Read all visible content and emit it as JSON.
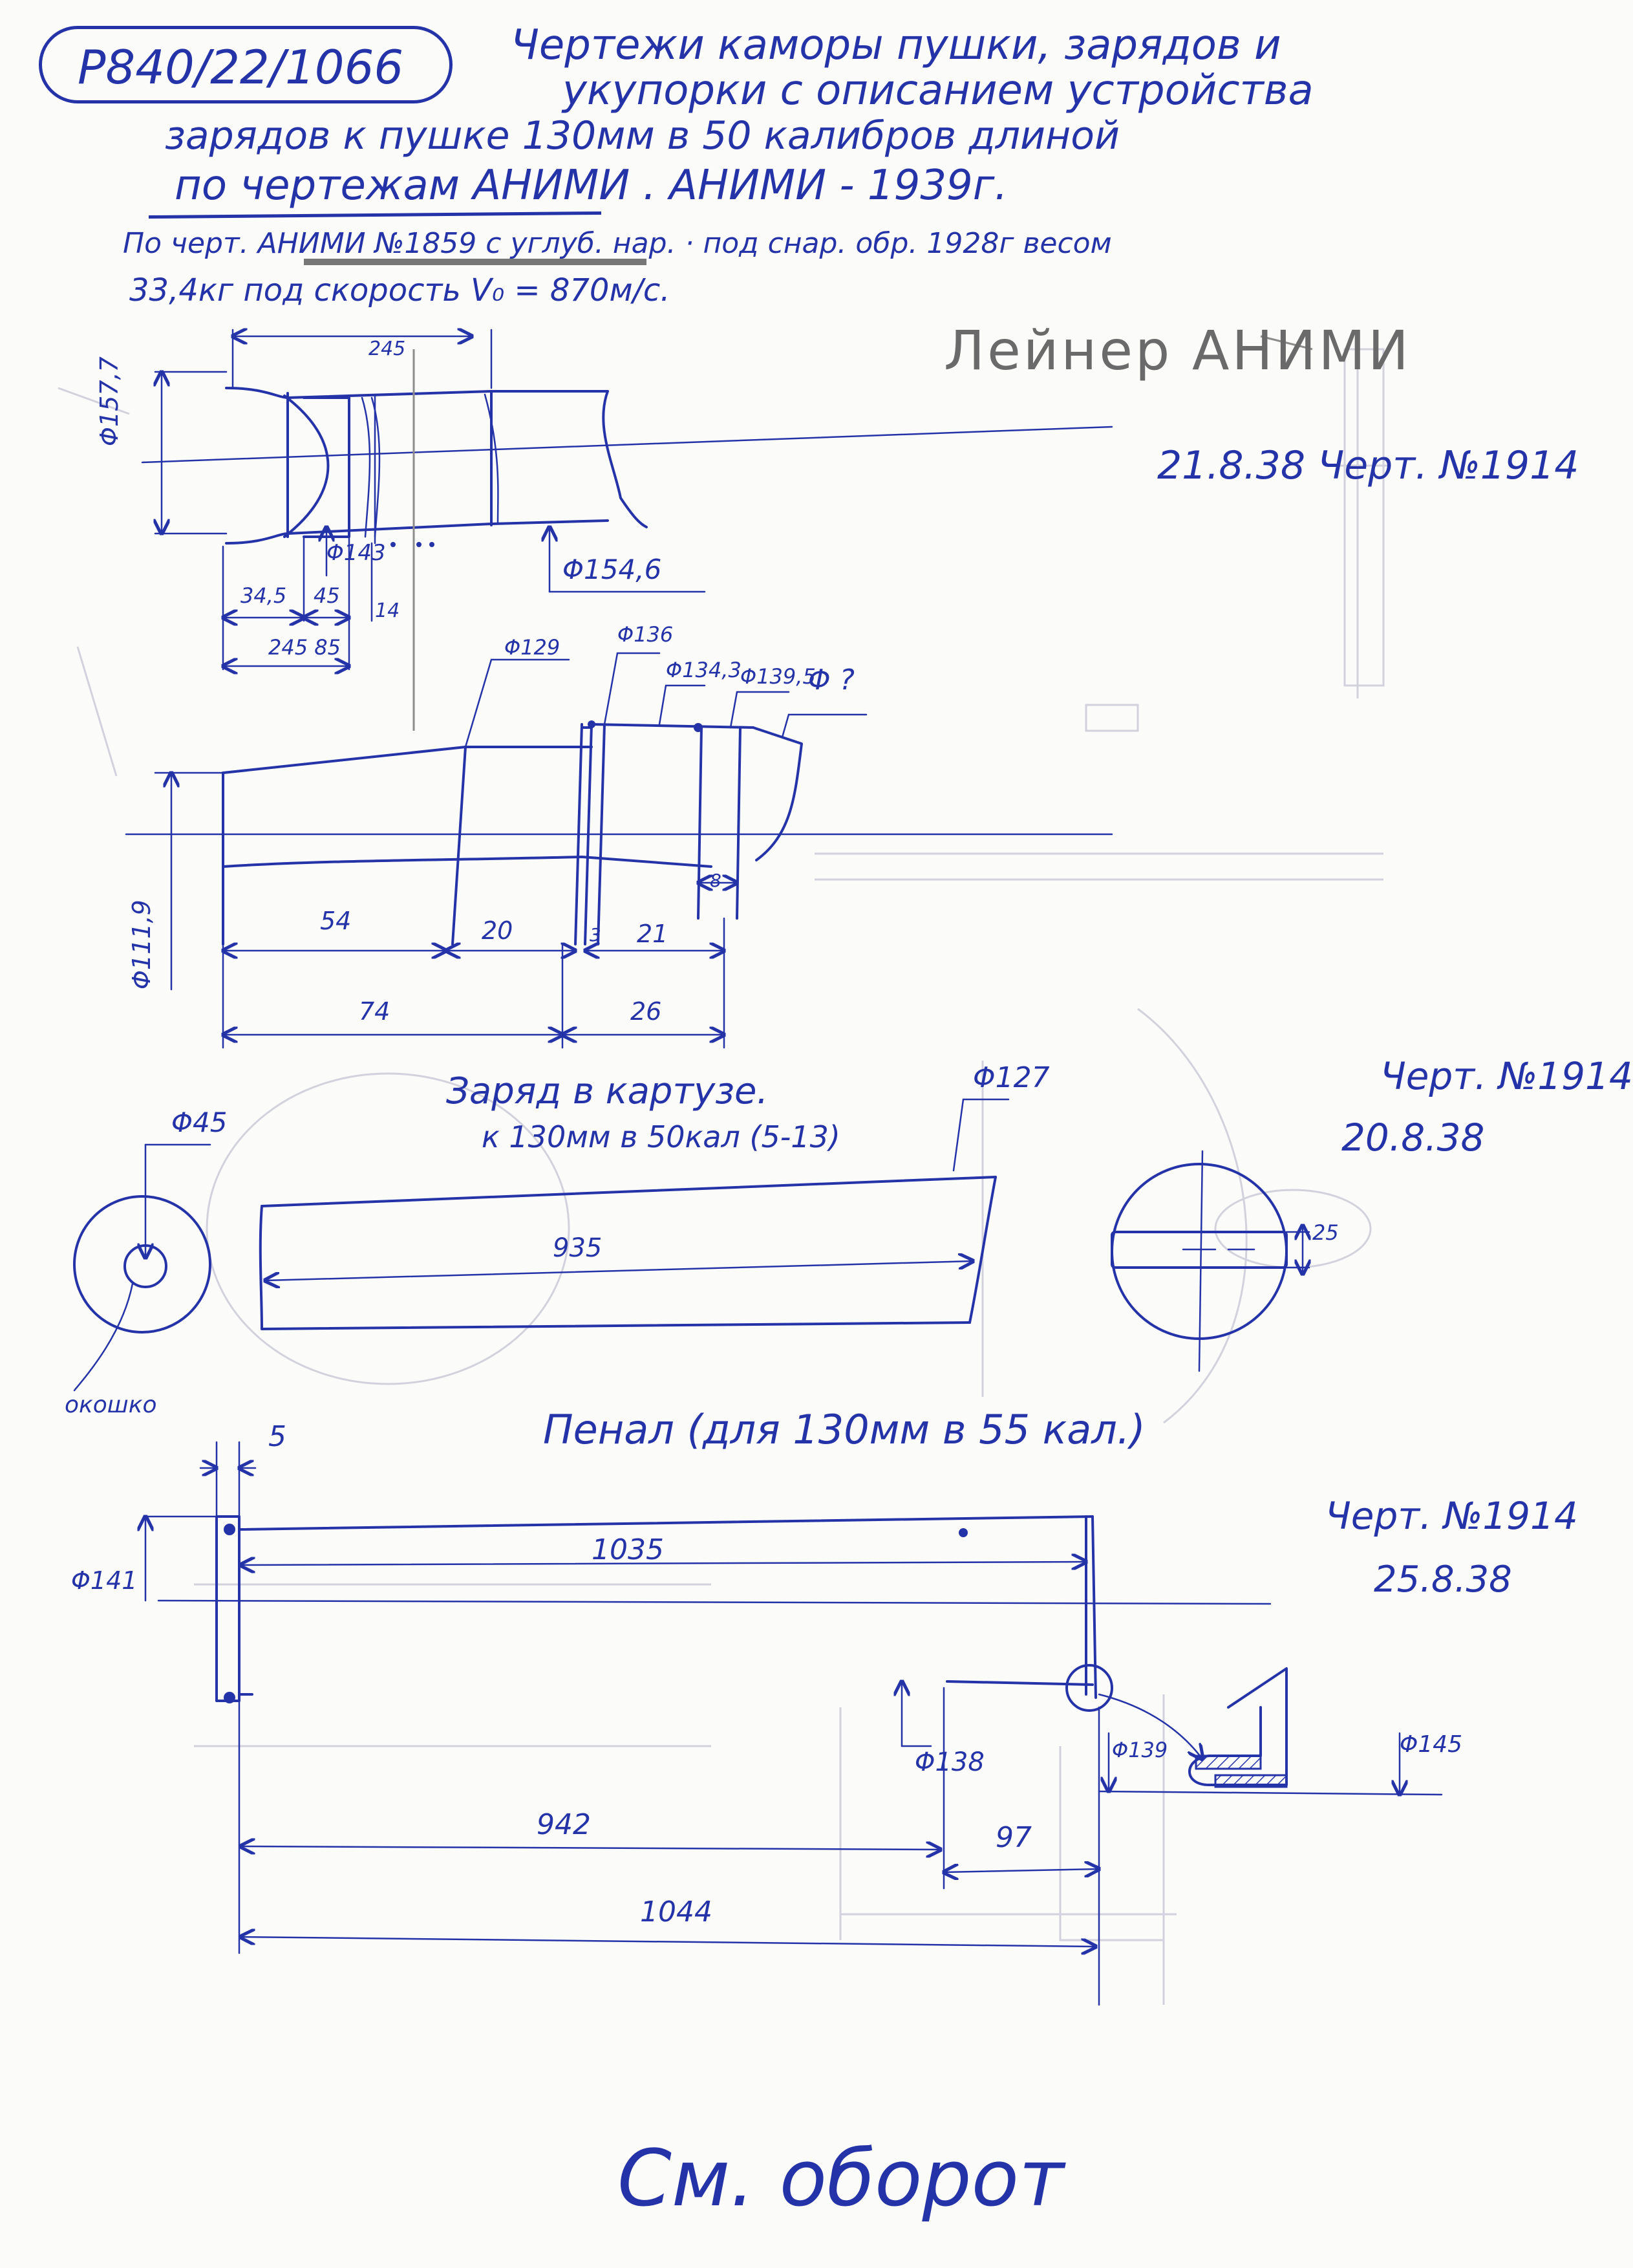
{
  "header": {
    "archive_ref": "P840/22/1066",
    "title_line1": "Чертежи каморы пушки, зарядов и",
    "title_line2": "укупорки с описанием устройства",
    "title_line3": "зарядов к пушке 130мм в 50 калибров длиной",
    "title_line4": "по чертежам АНИМИ . АНИМИ - 1939г."
  },
  "note": {
    "line1": "По черт. АНИМИ №1859 с углуб. нар. · под снар. обр. 1928г весом",
    "line2": "33,4кг под скорость V₀ = 870м/с."
  },
  "liner": {
    "label": "Лейнер АНИМИ",
    "drawing_ref": "21.8.38 Черт. №1914",
    "dims": {
      "top_len": "245",
      "outer_dia": "Φ157,7",
      "inner_dia": "Φ143",
      "rear_dia": "Φ154,6",
      "d_345": "34,5",
      "d_45": "45",
      "d_14": "14",
      "d_245_85": "245 85"
    }
  },
  "chamber": {
    "dims": {
      "d129": "Φ129",
      "d136": "Φ136",
      "d134": "Φ134,3",
      "d139": "Φ139,5",
      "dq": "Φ ?",
      "d1119": "Φ111,9",
      "l54": "54",
      "l20": "20",
      "l3": "3",
      "l21": "21",
      "l8": "8",
      "l74": "74",
      "l26": "26"
    }
  },
  "charge": {
    "title_line1": "Заряд в картузе.",
    "title_line2": "к 130мм в 50кал (5-13)",
    "d45": "Φ45",
    "d127": "Φ127",
    "length": "935",
    "window_label": "окошко",
    "drawing_ref_line1": "Черт. №1914",
    "drawing_ref_line2": "20.8.38",
    "d25": "25"
  },
  "case": {
    "title": "Пенал (для 130мм в 55 кал.)",
    "d5": "5",
    "d141": "Φ141",
    "l1035": "1035",
    "d138": "Φ138",
    "l942": "942",
    "l97": "97",
    "l1044": "1044",
    "d139": "Φ139",
    "d145": "Φ145",
    "drawing_ref_line1": "Черт. №1914",
    "drawing_ref_line2": "25.8.38"
  },
  "footer": {
    "text": "См. оборот"
  },
  "colors": {
    "ink": "#2533a8",
    "paper": "#fbfbf9",
    "pencil": "#8c8c8c"
  }
}
